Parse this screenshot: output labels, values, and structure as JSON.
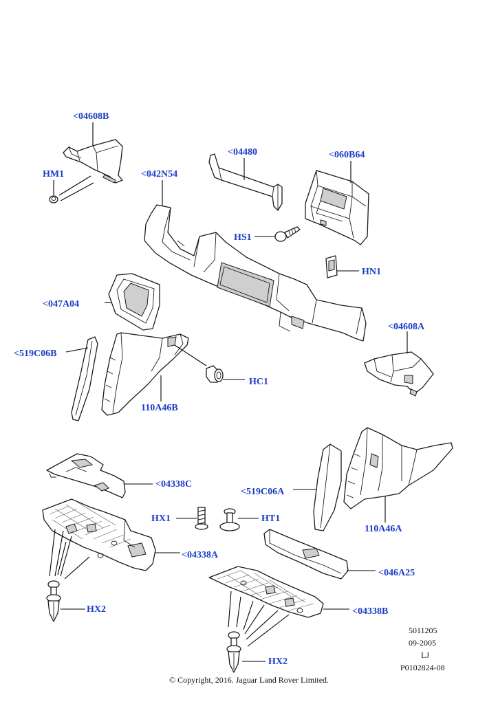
{
  "labels": {
    "l04608B": "<04608B",
    "lHM1": "HM1",
    "l04480": "<04480",
    "l060B64": "<060B64",
    "l042N54": "<042N54",
    "lHS1": "HS1",
    "lHN1": "HN1",
    "l047A04": "<047A04",
    "l04608A": "<04608A",
    "l519C06B": "<519C06B",
    "lHC1": "HC1",
    "l110A46B": "110A46B",
    "l04338C": "<04338C",
    "l519C06A": "<519C06A",
    "lHX1": "HX1",
    "lHT1": "HT1",
    "l110A46A": "110A46A",
    "l04338A": "<04338A",
    "l046A25": "<046A25",
    "lHX2a": "HX2",
    "l04338B": "<04338B",
    "lHX2b": "HX2"
  },
  "meta": {
    "code1": "5011205",
    "date": "09-2005",
    "initials": "LJ",
    "ref": "P0102824-08"
  },
  "copyright": "© Copyright, 2016. Jaguar Land Rover Limited.",
  "colors": {
    "label": "#1a3cc8",
    "line": "#1a1a1a"
  }
}
